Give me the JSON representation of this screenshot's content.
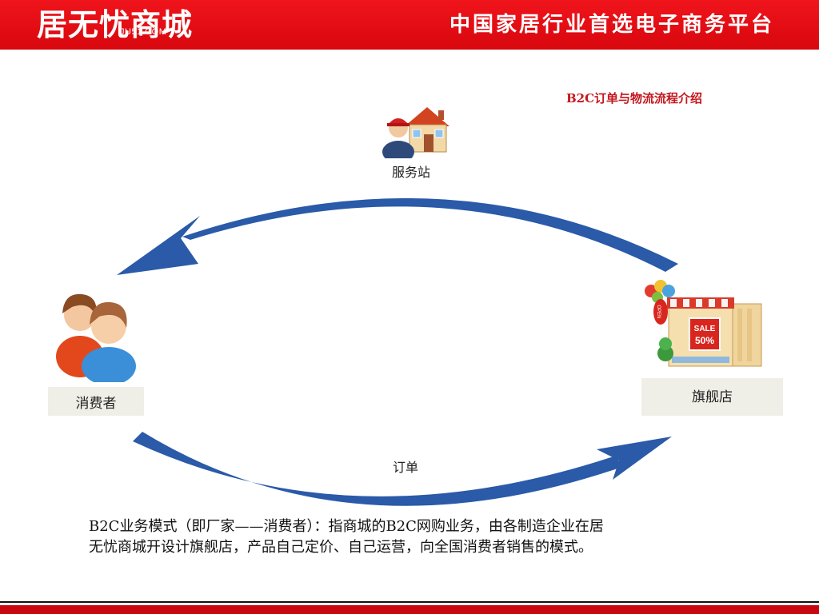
{
  "header": {
    "logo_text": "居无忧商城",
    "logo_domain": "JU51.COM",
    "slogan": "中国家居行业首选电子商务平台"
  },
  "slide": {
    "title": "B2C订单与物流流程介绍"
  },
  "diagram": {
    "service_station": "服务站",
    "consumer": "消费者",
    "flagship_store": "旗舰店",
    "order": "订单",
    "store_sign": "SALE",
    "store_discount": "50%",
    "store_open": "OPEN"
  },
  "description": {
    "line1": "B2C业务模式（即厂家——消费者）：指商城的B2C网购业务，由各制造企业在居",
    "line2": "无忧商城开设计旗舰店，产品自己定价、自己运营，向全国消费者销售的模式。"
  },
  "colors": {
    "brand_red": "#e4111a",
    "arrow_blue": "#2a5aa8",
    "title_red": "#c4161c"
  }
}
